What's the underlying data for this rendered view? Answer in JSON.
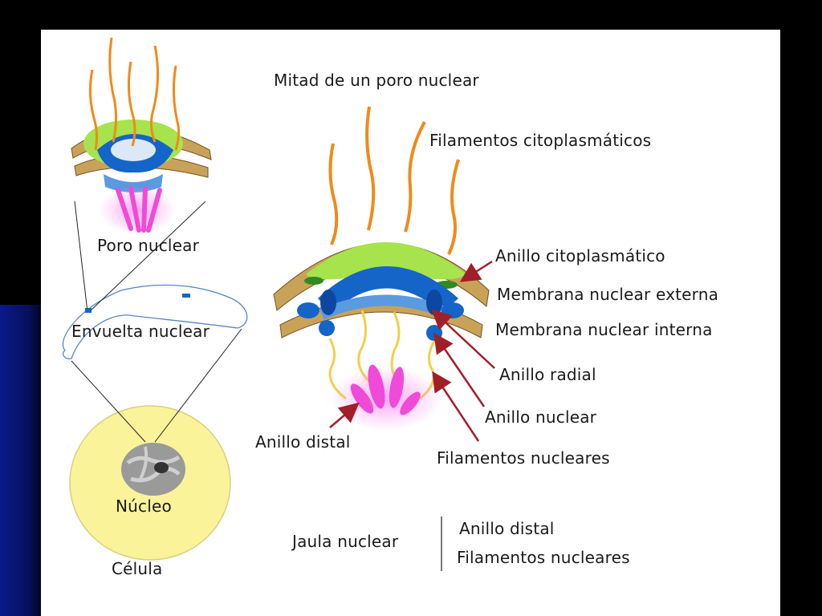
{
  "labels": {
    "half_pore_title": "Mitad de un poro nuclear",
    "cytoplasmic_filaments": "Filamentos citoplasmáticos",
    "nuclear_pore": "Poro nuclear",
    "nuclear_envelope": "Envuelta nuclear",
    "nucleus": "Núcleo",
    "cell": "Célula",
    "cytoplasmic_ring": "Anillo citoplasmático",
    "outer_nuclear_membrane": "Membrana nuclear externa",
    "inner_nuclear_membrane": "Membrana nuclear interna",
    "radial_ring": "Anillo radial",
    "nuclear_ring": "Anillo nuclear",
    "distal_ring": "Anillo distal",
    "nuclear_filaments": "Filamentos nucleares",
    "nuclear_basket": "Jaula nuclear",
    "basket_part_distal_ring": "Anillo distal",
    "basket_part_nuclear_filaments": "Filamentos nucleares"
  },
  "colors": {
    "slide_background": "#ffffff",
    "frame": "#000000",
    "membrane": "#c9a259",
    "cytoplasmic_ring": "#a6e34d",
    "nuclear_ring": "#1565c8",
    "filaments": "#f08a1a",
    "distal_ring": "#f04ad8",
    "cell": "#faf39a",
    "arrow": "#a01f2a"
  }
}
